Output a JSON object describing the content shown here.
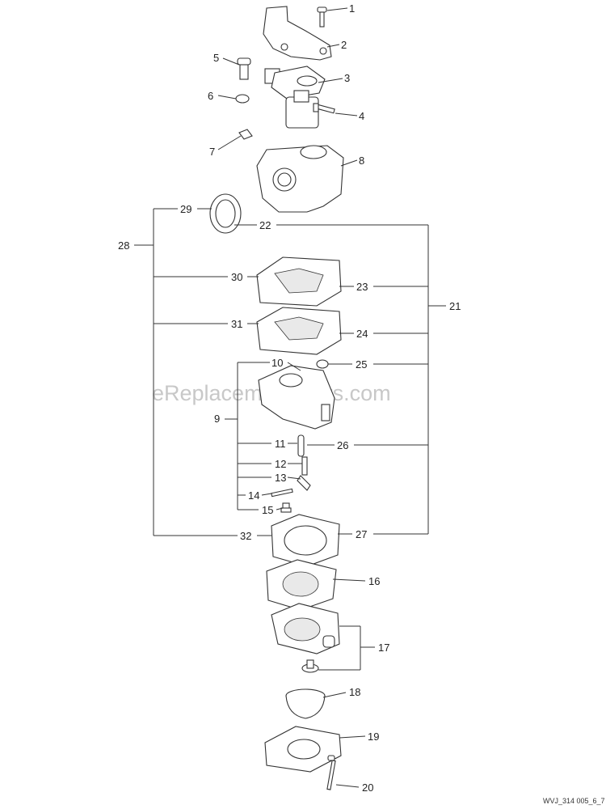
{
  "diagram": {
    "watermark": "eReplacementParts.com",
    "drawing_code": "WVJ_314 005_6_7",
    "callouts": [
      "1",
      "2",
      "3",
      "4",
      "5",
      "6",
      "7",
      "8",
      "9",
      "10",
      "11",
      "12",
      "13",
      "14",
      "15",
      "16",
      "17",
      "18",
      "19",
      "20",
      "21",
      "22",
      "23",
      "24",
      "25",
      "26",
      "27",
      "28",
      "29",
      "30",
      "31",
      "32"
    ]
  }
}
